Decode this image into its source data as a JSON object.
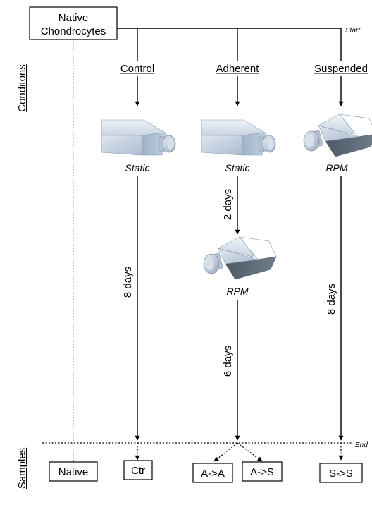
{
  "source": {
    "line1": "Native",
    "line2": "Chondrocytes"
  },
  "markers": {
    "start": "Start",
    "end": "End"
  },
  "side_labels": {
    "conditions": "Conditons",
    "samples": "Samples"
  },
  "conditions": [
    {
      "label": "Control",
      "mode": "Static"
    },
    {
      "label": "Adherent",
      "mode": "Static"
    },
    {
      "label": "Suspended",
      "mode": "RPM"
    }
  ],
  "second_stage": {
    "mode": "RPM"
  },
  "durations": {
    "control": "8 days",
    "adherent_first": "2 days",
    "adherent_second": "6 days",
    "suspended": "8 days"
  },
  "samples": [
    "Native",
    "Ctr",
    "A->A",
    "A->S",
    "S->S"
  ]
}
